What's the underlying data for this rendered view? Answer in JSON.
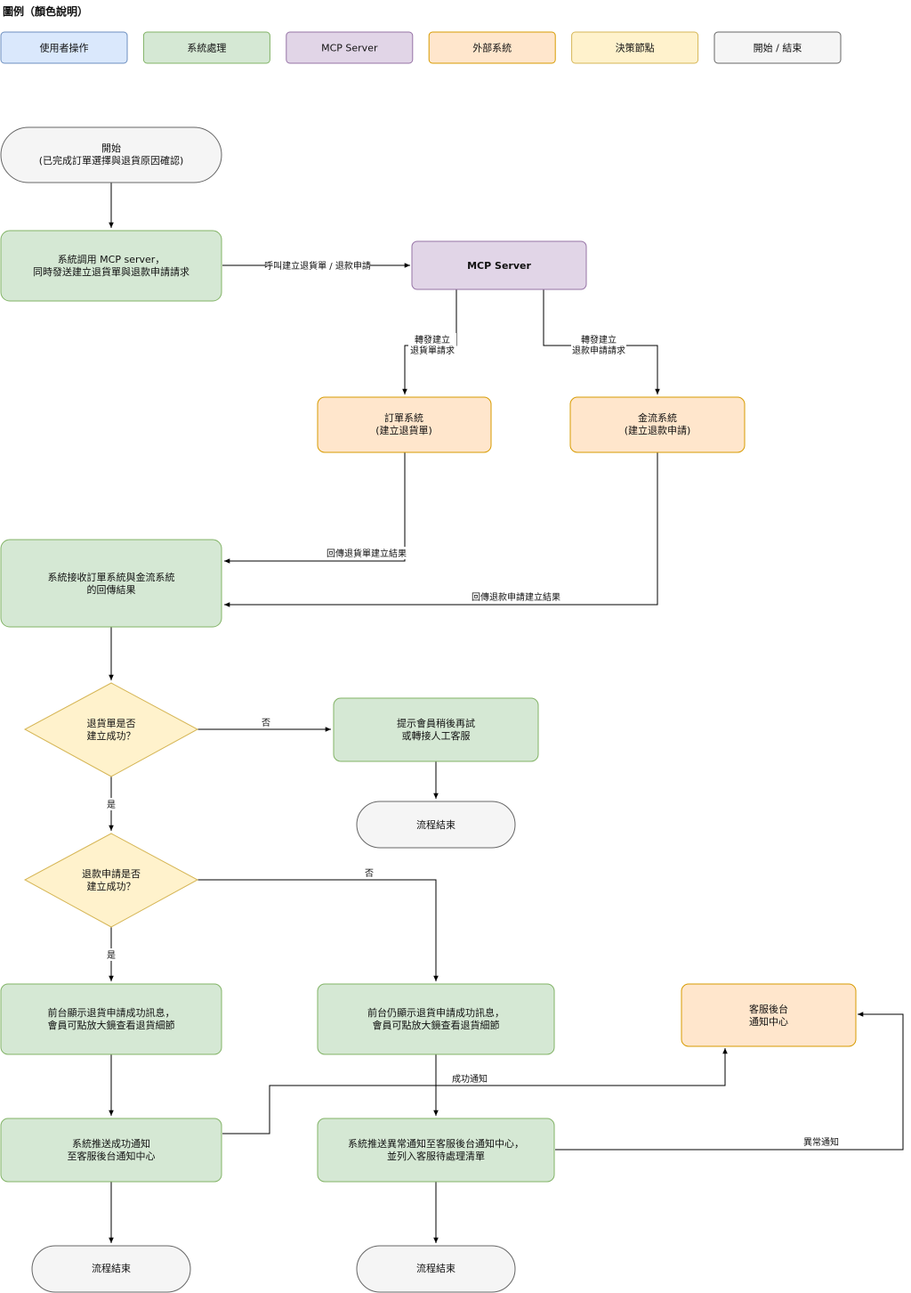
{
  "legend": {
    "title": "圖例（顏色說明）",
    "items": [
      {
        "label": "使用者操作",
        "fill": "#dae8fc",
        "stroke": "#6c8ebf"
      },
      {
        "label": "系統處理",
        "fill": "#d5e8d4",
        "stroke": "#82b366"
      },
      {
        "label": "MCP Server",
        "fill": "#e1d5e7",
        "stroke": "#9673a6"
      },
      {
        "label": "外部系統",
        "fill": "#ffe6cc",
        "stroke": "#d79b00"
      },
      {
        "label": "決策節點",
        "fill": "#fff2cc",
        "stroke": "#d6b656"
      },
      {
        "label": "開始 / 結束",
        "fill": "#f5f5f5",
        "stroke": "#666666"
      }
    ]
  },
  "nodes": {
    "start": {
      "lines": [
        "開始",
        "(已完成訂單選擇與退貨原因確認)"
      ]
    },
    "call_mcp": {
      "lines": [
        "系統調用 MCP server，",
        "同時發送建立退貨單與退款申請請求"
      ]
    },
    "mcp_server": {
      "lines": [
        "MCP Server"
      ]
    },
    "order_system": {
      "lines": [
        "訂單系統",
        "(建立退貨單)"
      ]
    },
    "payment_system": {
      "lines": [
        "金流系統",
        "(建立退款申請)"
      ]
    },
    "receive_results": {
      "lines": [
        "系統接收訂單系統與金流系統",
        "的回傳結果"
      ]
    },
    "return_success": {
      "lines": [
        "退貨單是否",
        "建立成功？"
      ]
    },
    "retry_prompt": {
      "lines": [
        "提示會員稍後再試",
        "或轉接人工客服"
      ]
    },
    "end_1": {
      "lines": [
        "流程結束"
      ]
    },
    "refund_success": {
      "lines": [
        "退款申請是否",
        "建立成功？"
      ]
    },
    "show_success": {
      "lines": [
        "前台顯示退貨申請成功訊息，",
        "會員可點放大鏡查看退貨細節"
      ]
    },
    "still_show_success": {
      "lines": [
        "前台仍顯示退貨申請成功訊息，",
        "會員可點放大鏡查看退貨細節"
      ]
    },
    "cs_center": {
      "lines": [
        "客服後台",
        "通知中心"
      ]
    },
    "push_success": {
      "lines": [
        "系統推送成功通知",
        "至客服後台通知中心"
      ]
    },
    "push_exception": {
      "lines": [
        "系統推送異常通知至客服後台通知中心，",
        "並列入客服待處理清單"
      ]
    },
    "end_2": {
      "lines": [
        "流程結束"
      ]
    },
    "end_3": {
      "lines": [
        "流程結束"
      ]
    }
  },
  "edges": {
    "call_request": "呼叫建立退貨單 / 退款申請",
    "forward_return": [
      "轉發建立",
      "退貨單請求"
    ],
    "forward_refund": [
      "轉發建立",
      "退款申請請求"
    ],
    "return_result": "回傳退貨單建立結果",
    "refund_result": "回傳退款申請建立結果",
    "no_1": "否",
    "yes_1": "是",
    "no_2": "否",
    "yes_2": "是",
    "success_notice": "成功通知",
    "exception_notice": "異常通知"
  }
}
